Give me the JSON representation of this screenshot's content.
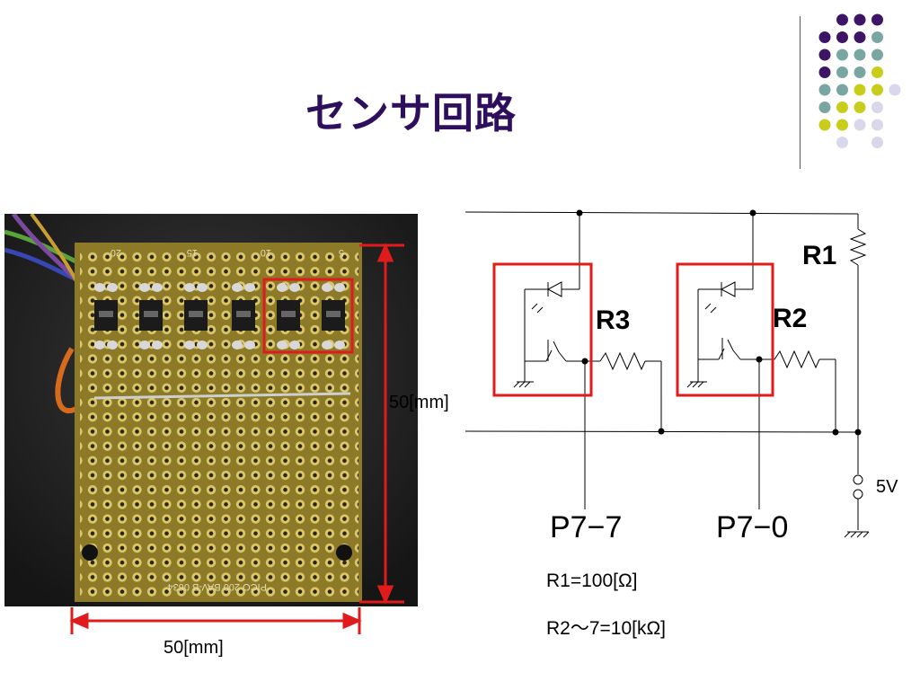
{
  "slide": {
    "title": "センサ回路"
  },
  "photo": {
    "board_silkscreen": [
      "20",
      "15",
      "10",
      "5"
    ],
    "board_footer": "PICO 200 BAV-B  0634"
  },
  "dimensions": {
    "vertical": "50[mm]",
    "horizontal": "50[mm]"
  },
  "schematic": {
    "r1": "R1",
    "r2": "R2",
    "r3": "R3",
    "voltage": "5V",
    "port_left": "P7−7",
    "port_right": "P7−0"
  },
  "formulas": {
    "r1_value": "R1=100[Ω]",
    "r2_value": "R2〜7=10[kΩ]"
  },
  "colors": {
    "title": "#2e0f5e",
    "highlight_red": "#e01b1b",
    "board": "#8c7a28",
    "dot_purple": "#3d1466",
    "dot_teal": "#7aa6a2",
    "dot_yellow": "#c8cc1a",
    "dot_lavender": "#d8d8ea"
  }
}
